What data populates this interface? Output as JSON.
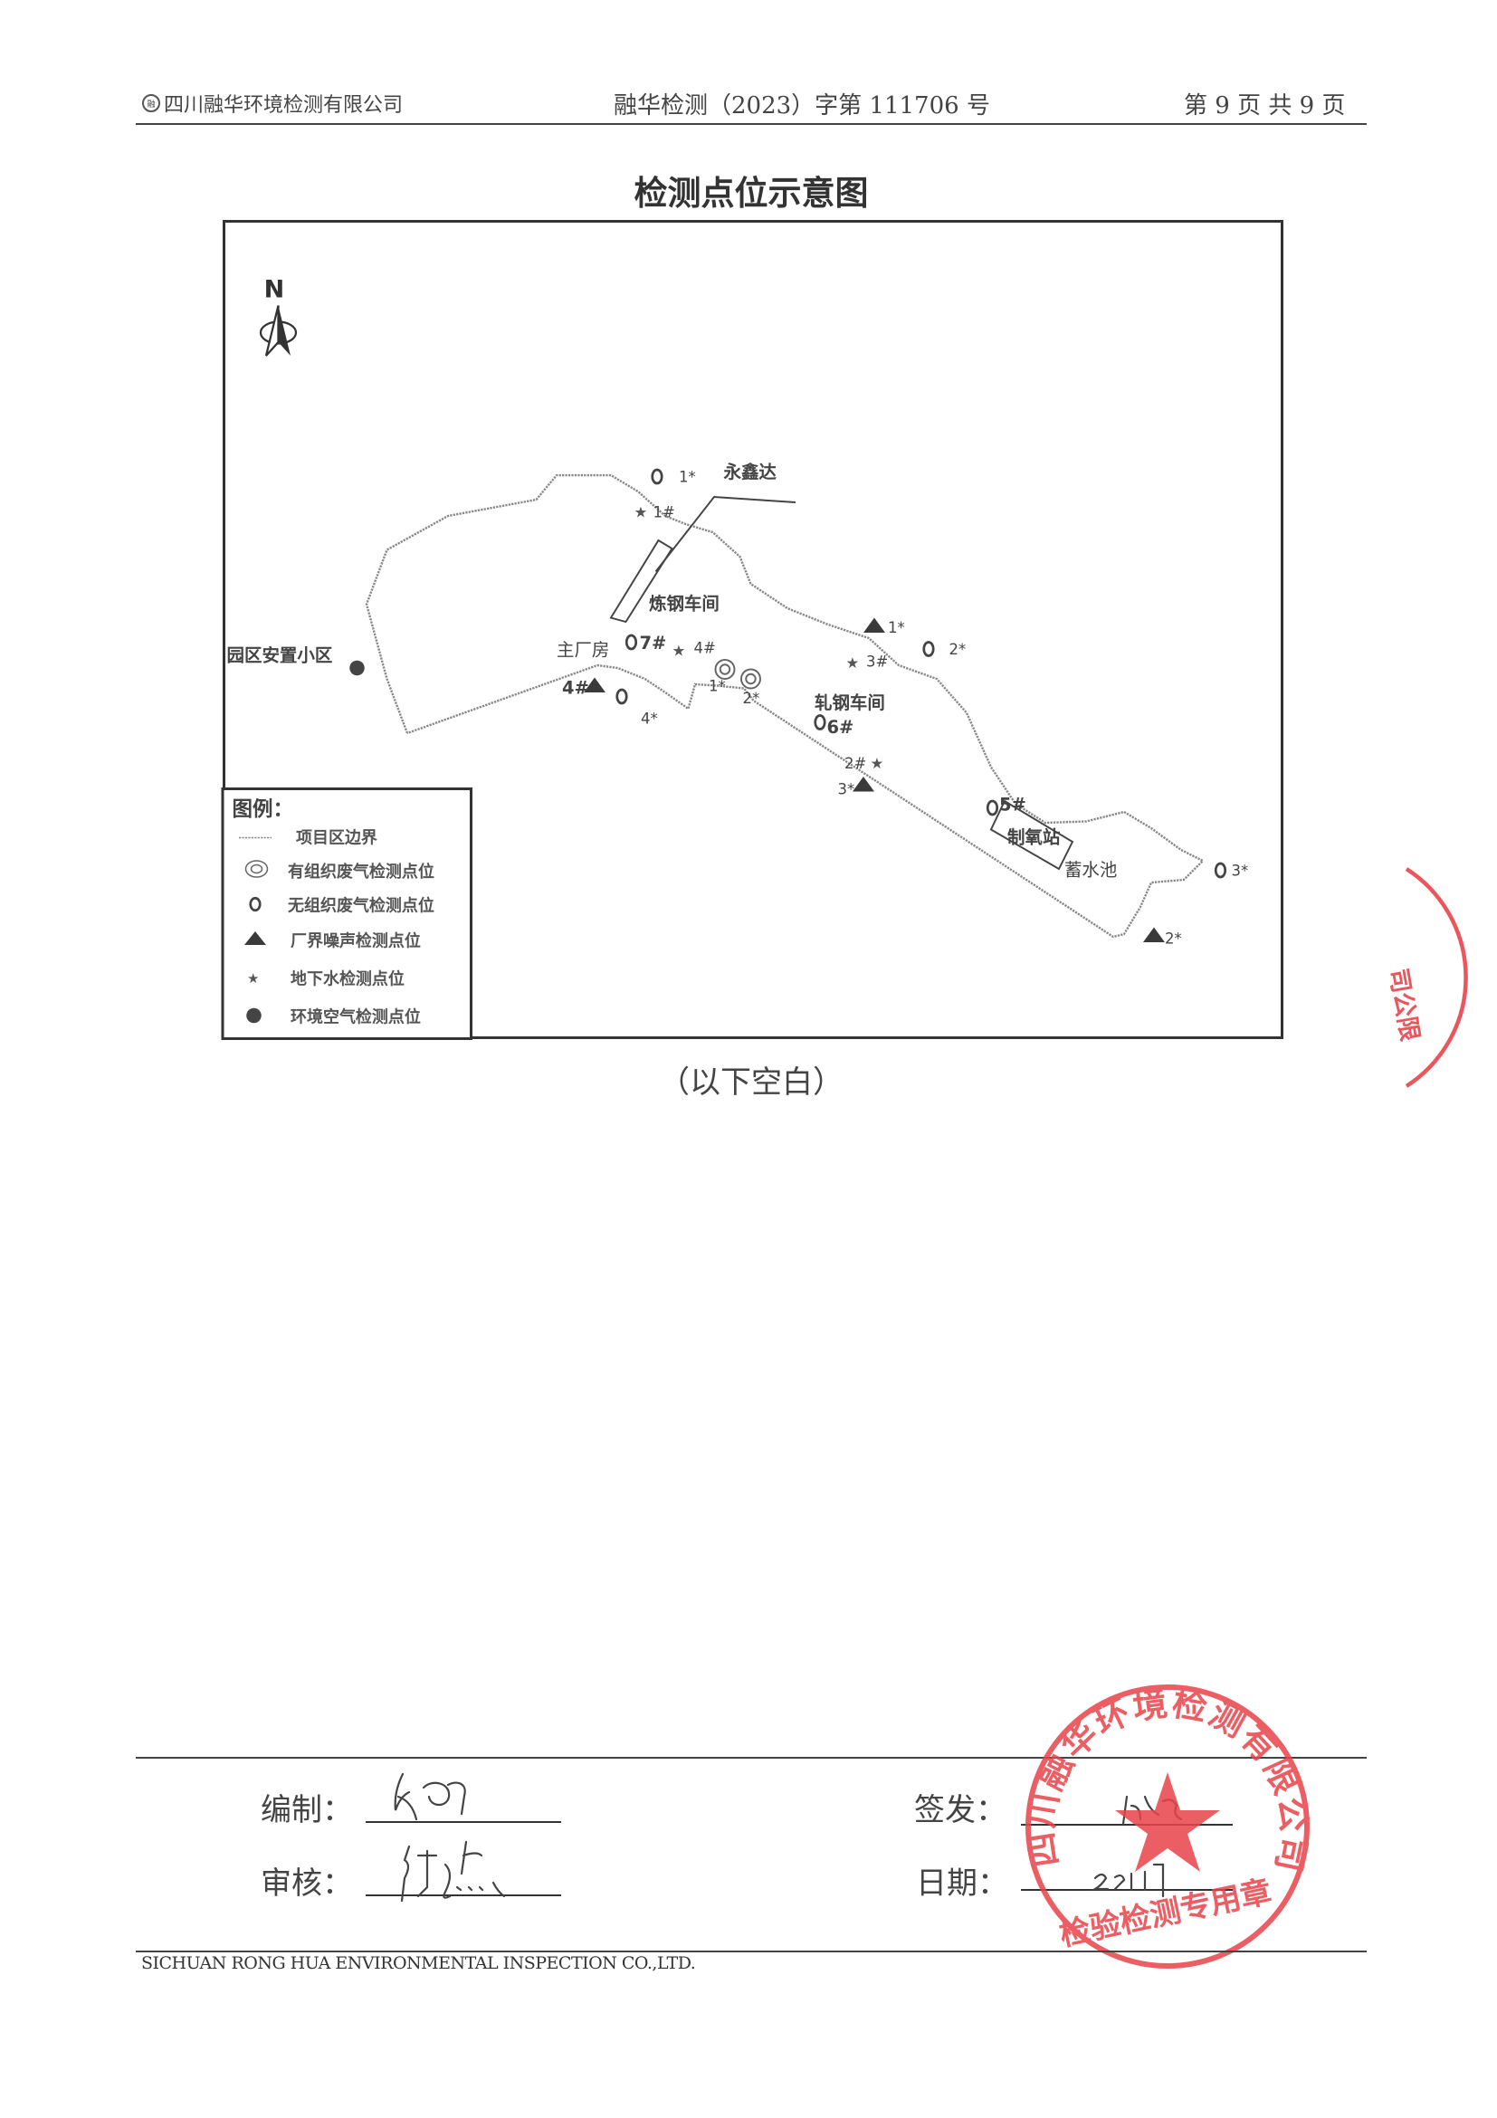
{
  "header": {
    "company": "四川融华环境检测有限公司",
    "logo_text": "融",
    "doc_number": "融华检测（2023）字第 111706 号",
    "page": "第 9 页  共 9 页"
  },
  "title": "检测点位示意图",
  "map": {
    "north": "N",
    "places": {
      "yongxinda": "永鑫达",
      "steelmaking": "炼钢车间",
      "main_plant": "主厂房",
      "rolling": "轧钢车间",
      "oxygen": "制氧站",
      "reservoir": "蓄水池",
      "resettlement": "园区安置小区"
    },
    "points": {
      "u1": "1*",
      "u2": "2*",
      "u3": "3*",
      "u4": "4*",
      "u5": "5#",
      "u6": "6#",
      "u7": "7#",
      "g1": "1#",
      "g2": "2#",
      "g3": "3#",
      "g4": "4#",
      "o1": "1*",
      "o2": "2*",
      "n1": "1*",
      "n2": "2*",
      "n3": "3*",
      "n4": "4#"
    },
    "legend": {
      "title": "图例：",
      "items": [
        {
          "icon": "dotted-line",
          "label": "项目区边界"
        },
        {
          "icon": "double-circle",
          "label": "有组织废气检测点位"
        },
        {
          "icon": "hollow-circle",
          "label": "无组织废气检测点位"
        },
        {
          "icon": "triangle",
          "label": "厂界噪声检测点位"
        },
        {
          "icon": "star",
          "label": "地下水检测点位"
        },
        {
          "icon": "filled-circle",
          "label": "环境空气检测点位"
        }
      ]
    }
  },
  "blank_note": "（以下空白）",
  "signoff": {
    "compiled_label": "编制：",
    "reviewed_label": "审核：",
    "issued_label": "签发：",
    "date_label": "日期："
  },
  "stamp": {
    "text": "四川融华环境检测有限公司",
    "subtext": "检验检测专用章",
    "color": "#e8444a"
  },
  "footer": {
    "english_name": "SICHUAN RONG HUA ENVIRONMENTAL INSPECTION CO.,LTD."
  }
}
